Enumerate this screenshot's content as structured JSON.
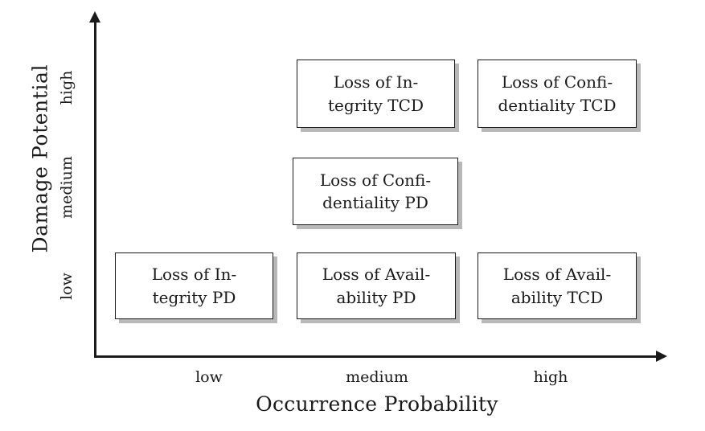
{
  "chart_data": {
    "type": "scatter",
    "title": "",
    "xlabel": "Occurrence Probability",
    "ylabel": "Damage Potential",
    "x_categories": [
      "low",
      "medium",
      "high"
    ],
    "y_categories": [
      "low",
      "medium",
      "high"
    ],
    "grid": false,
    "legend": "none",
    "items": [
      {
        "label": "Loss of In-tegrity TCD",
        "line1": "Loss of In-",
        "line2": "tegrity TCD",
        "x": "medium",
        "y": "high"
      },
      {
        "label": "Loss of Confi-dentiality TCD",
        "line1": "Loss of Confi-",
        "line2": "dentiality TCD",
        "x": "high",
        "y": "high"
      },
      {
        "label": "Loss of Confi-dentiality PD",
        "line1": "Loss of Confi-",
        "line2": "dentiality PD",
        "x": "medium",
        "y": "medium"
      },
      {
        "label": "Loss of In-tegrity PD",
        "line1": "Loss of In-",
        "line2": "tegrity PD",
        "x": "low",
        "y": "low"
      },
      {
        "label": "Loss of Avail-ability PD",
        "line1": "Loss of Avail-",
        "line2": "ability PD",
        "x": "medium",
        "y": "low"
      },
      {
        "label": "Loss of Avail-ability TCD",
        "line1": "Loss of Avail-",
        "line2": "ability TCD",
        "x": "high",
        "y": "low"
      }
    ]
  },
  "axes": {
    "y": {
      "title": "Damage Potential",
      "ticks": {
        "high": "high",
        "medium": "medium",
        "low": "low"
      }
    },
    "x": {
      "title": "Occurrence Probability",
      "ticks": {
        "low": "low",
        "medium": "medium",
        "high": "high"
      }
    }
  },
  "colors": {
    "background": "#ffffff",
    "ink": "#1a1a1a",
    "box_fill": "#ffffff",
    "box_border": "#1a1a1a",
    "box_shadow": "#b8b8b8"
  }
}
